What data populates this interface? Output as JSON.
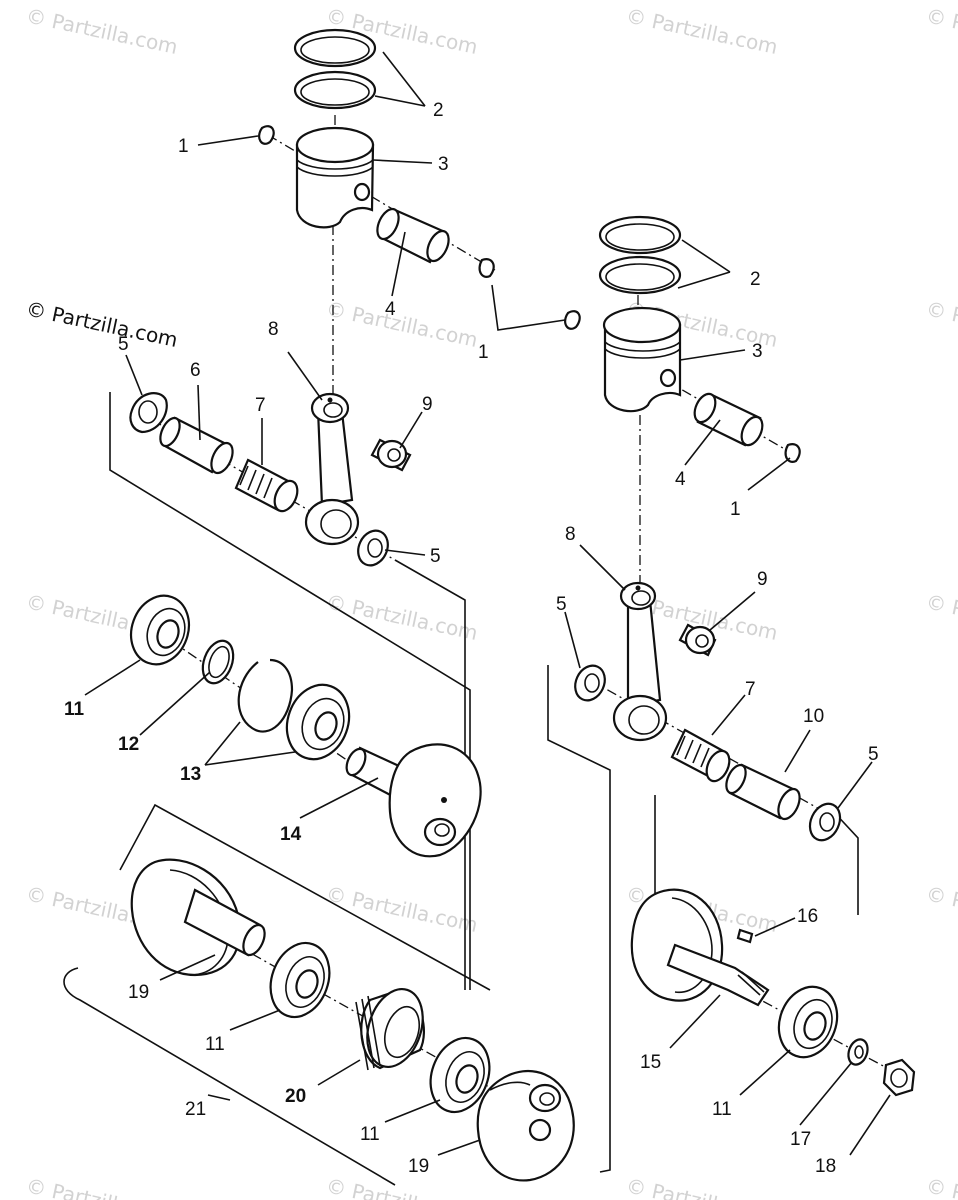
{
  "watermark": {
    "text": "© Partzilla.com"
  },
  "callouts": {
    "top_group": [
      "1",
      "2",
      "3",
      "4",
      "1",
      "5",
      "6",
      "7",
      "8",
      "9",
      "5"
    ],
    "right_group": [
      "2",
      "3",
      "1",
      "4",
      "1",
      "8",
      "9",
      "5",
      "7",
      "10",
      "5"
    ],
    "crank_left": [
      "11",
      "12",
      "13",
      "14"
    ],
    "crank_right": [
      "16",
      "15",
      "11",
      "17",
      "18"
    ],
    "assembly": [
      "19",
      "11",
      "20",
      "21",
      "11",
      "19"
    ]
  }
}
